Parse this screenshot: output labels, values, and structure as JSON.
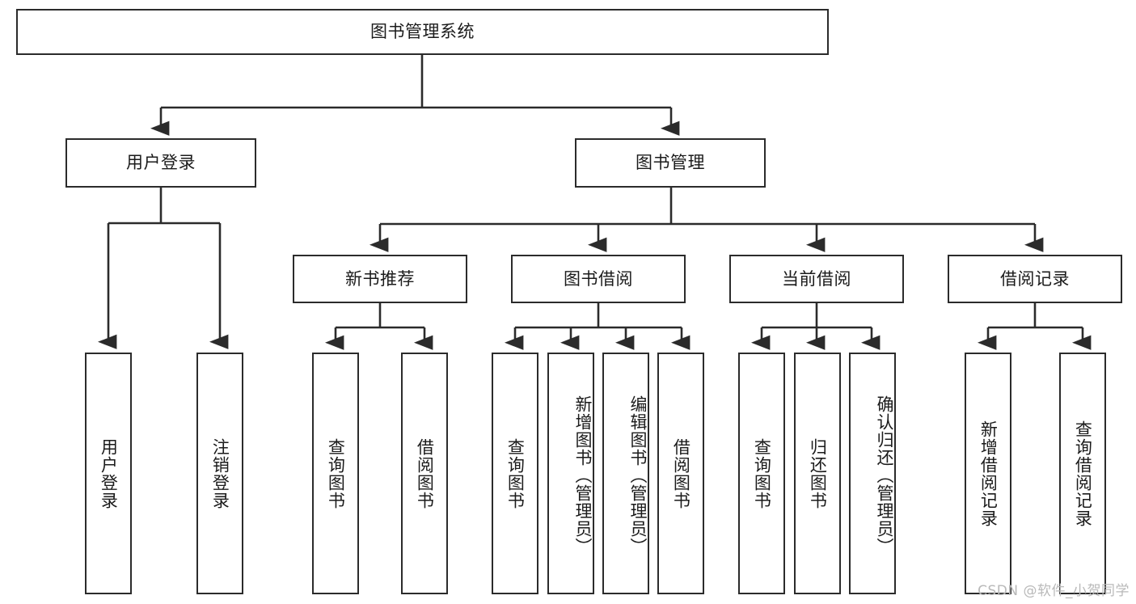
{
  "diagram": {
    "title": "图书管理系统",
    "root": {
      "label": "图书管理系统"
    },
    "level2": [
      {
        "label": "用户登录"
      },
      {
        "label": "图书管理"
      }
    ],
    "level3": [
      {
        "label": "新书推荐"
      },
      {
        "label": "图书借阅"
      },
      {
        "label": "当前借阅"
      },
      {
        "label": "借阅记录"
      }
    ],
    "leaves": {
      "user_login": [
        {
          "label": "用户登录"
        },
        {
          "label": "注销登录"
        }
      ],
      "new_book_recommend": [
        {
          "label": "查询图书"
        },
        {
          "label": "借阅图书"
        }
      ],
      "book_borrow": [
        {
          "label": "查询图书"
        },
        {
          "label": "新增图书（管理员）"
        },
        {
          "label": "编辑图书（管理员）"
        },
        {
          "label": "借阅图书"
        }
      ],
      "current_borrow": [
        {
          "label": "查询图书"
        },
        {
          "label": "归还图书"
        },
        {
          "label": "确认归还（管理员）"
        }
      ],
      "borrow_record": [
        {
          "label": "新增借阅记录"
        },
        {
          "label": "查询借阅记录"
        }
      ]
    }
  },
  "watermark": "CSDN @软件_小贺同学",
  "colors": {
    "stroke": "#2b2b2b",
    "text": "#1b1b1b",
    "background": "#ffffff",
    "watermark": "#b9b9b9"
  }
}
